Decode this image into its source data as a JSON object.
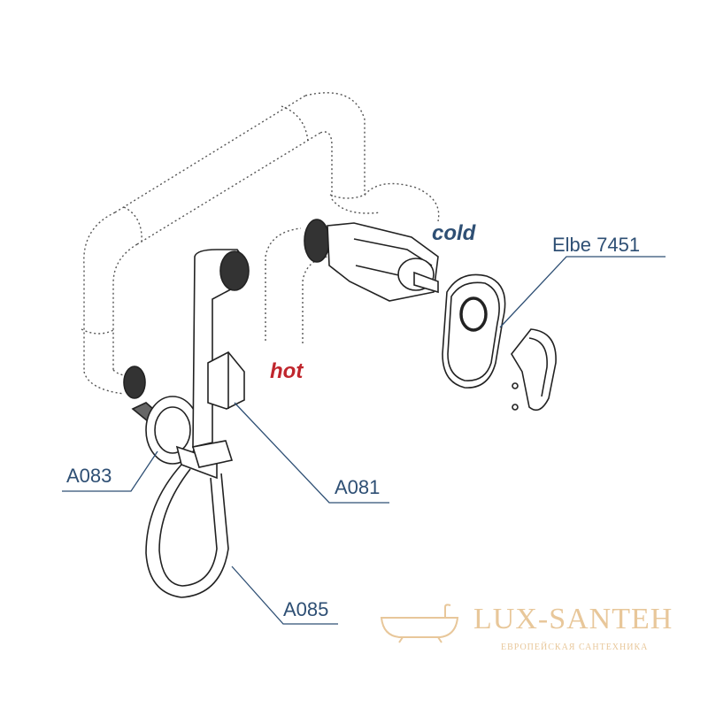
{
  "labels": {
    "mixer": "Elbe 7451",
    "shower_holder": "A081",
    "wall_outlet": "A083",
    "hose": "A085"
  },
  "annotations": {
    "hot": "hot",
    "cold": "cold"
  },
  "watermark": {
    "name": "LUX-SANTEH",
    "subtitle": "ЕВРОПЕЙСКАЯ САНТЕХНИКА"
  },
  "colors": {
    "label_text": "#2e4f74",
    "hot": "#c0262d",
    "cold": "#2e4f74",
    "leader_line": "#2e4f74",
    "outline": "#222222",
    "pipe_dotted": "#555555",
    "watermark": "#e8c79a"
  }
}
